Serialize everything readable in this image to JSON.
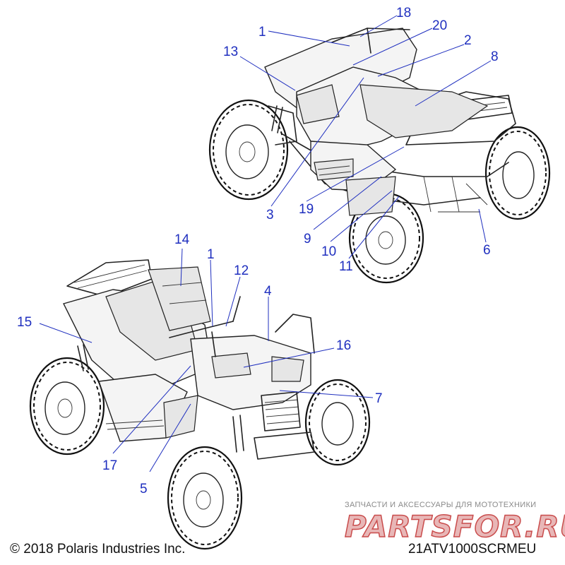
{
  "callouts": {
    "c18": "18",
    "c1_top": "1",
    "c20": "20",
    "c2": "2",
    "c13": "13",
    "c8": "8",
    "c3": "3",
    "c19": "19",
    "c9": "9",
    "c10": "10",
    "c11": "11",
    "c6": "6",
    "c14": "14",
    "c1_bottom": "1",
    "c12": "12",
    "c4": "4",
    "c15": "15",
    "c16": "16",
    "c7": "7",
    "c17": "17",
    "c5": "5"
  },
  "footer": {
    "copyright": "© 2018 Polaris Industries Inc.",
    "part_code": "21ATV1000SCRMEU"
  },
  "watermark": {
    "tagline": "ЗАПЧАСТИ И АКСЕССУАРЫ ДЛЯ МОТОТЕХНИКИ",
    "brand": "PARTSFOR.RU"
  },
  "colors": {
    "callout": "#1f2fbf",
    "line_art": "#222222",
    "watermark": "#c94c4c"
  }
}
